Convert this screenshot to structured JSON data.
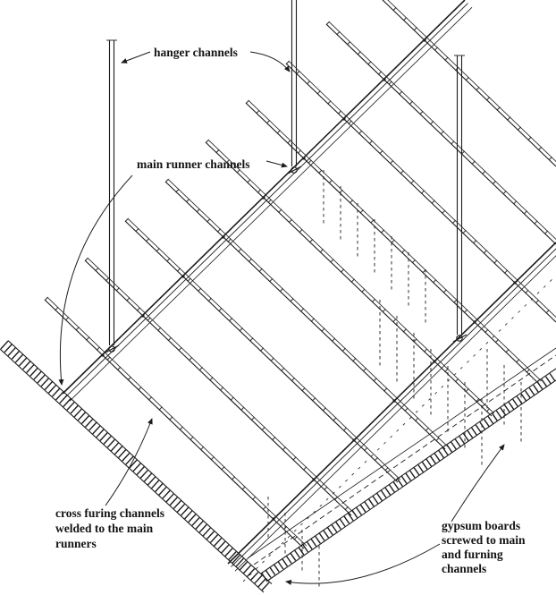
{
  "diagram": {
    "type": "isometric-construction-detail",
    "subject": "suspended gypsum board ceiling framing system",
    "labels": {
      "hanger": "hanger channels",
      "main_runner": "main runner channels",
      "cross_furring": [
        "cross furing channels",
        "welded to the main",
        "runners"
      ],
      "gypsum": [
        "gypsum boards",
        "screwed to main",
        "and furning",
        "channels"
      ]
    },
    "colors": {
      "ink": "#1c1c1c",
      "paper": "#ffffff"
    }
  }
}
